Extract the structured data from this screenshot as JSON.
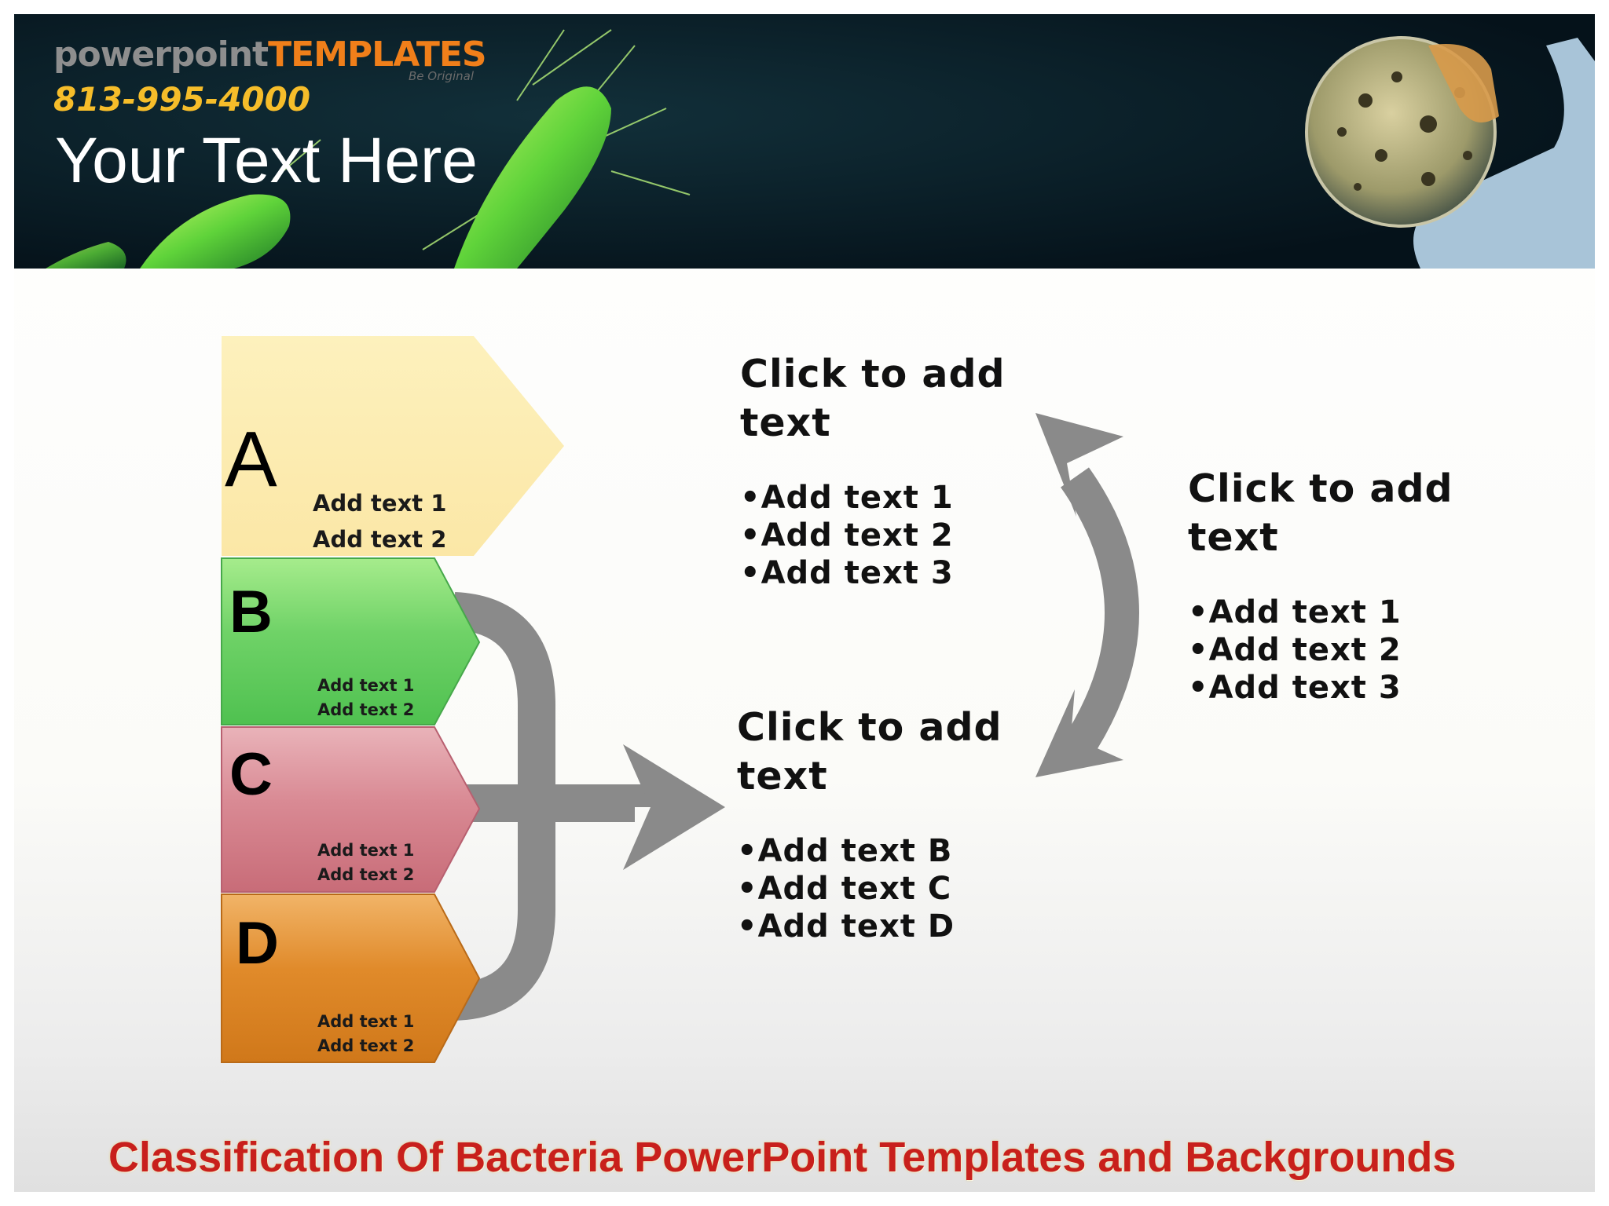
{
  "banner": {
    "brand_part1": "powerpoint",
    "brand_part2": "TEMPLATES",
    "brand_tagline": "Be Original",
    "phone": "813-995-4000",
    "title": "Your Text Here"
  },
  "left_arrows": [
    {
      "letter": "A",
      "line1": "Add text 1",
      "line2": "Add text 2",
      "color": "#fdf0b8"
    },
    {
      "letter": "B",
      "line1": "Add text 1",
      "line2": "Add text 2",
      "color": "#6fd267"
    },
    {
      "letter": "C",
      "line1": "Add text 1",
      "line2": "Add text 2",
      "color": "#d98a94"
    },
    {
      "letter": "D",
      "line1": "Add text 1",
      "line2": "Add text 2",
      "color": "#e08a2a"
    }
  ],
  "blocks": [
    {
      "heading_line1": "Click to add",
      "heading_line2": "text",
      "items": [
        "Add text 1",
        "Add text 2",
        "Add text 3"
      ]
    },
    {
      "heading_line1": "Click to add",
      "heading_line2": "text",
      "items": [
        "Add text 1",
        "Add text 2",
        "Add text 3"
      ]
    },
    {
      "heading_line1": "Click to add",
      "heading_line2": "text",
      "items": [
        "Add text B",
        "Add text C",
        "Add text D"
      ]
    }
  ],
  "footer": {
    "title": "Classification Of Bacteria PowerPoint Templates and Backgrounds"
  },
  "colors": {
    "connector_gray": "#8a8a8a",
    "footer_red": "#c8201c",
    "phone_gold": "#f6bd2a"
  }
}
